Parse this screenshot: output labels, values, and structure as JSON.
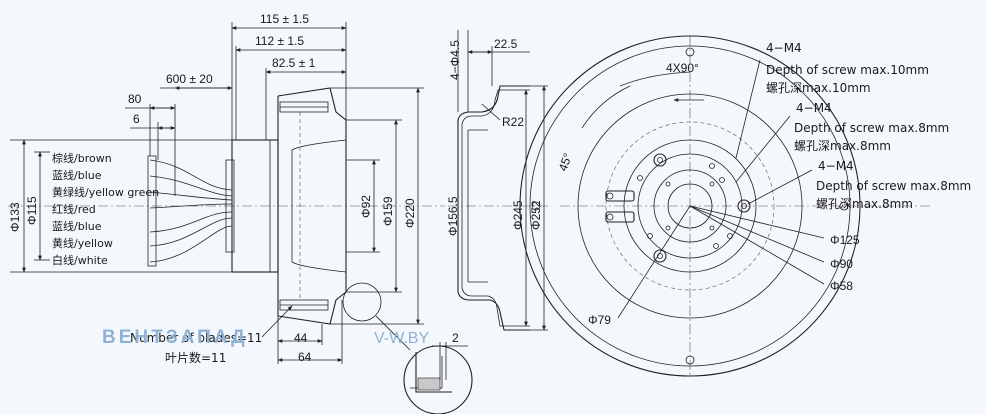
{
  "dims": {
    "overall_depth": "115 ± 1.5",
    "depth_112": "112 ± 1.5",
    "depth_825": "82.5 ± 1",
    "cable_length": "600 ± 20",
    "strip_80": "80",
    "strip_6": "6",
    "dia_133": "Φ133",
    "dia_115": "Φ115",
    "dia_92": "Φ92",
    "dia_159": "Φ159",
    "dia_220": "Φ220",
    "dim_44": "44",
    "dim_64": "64",
    "thk_45": "4−Φ4.5",
    "off_225": "22.5",
    "radius_r22": "R22",
    "dia_1565": "Φ156.5",
    "dia_245": "Φ245",
    "dia_252": "Φ252",
    "dim_2": "2",
    "angle_4x90": "4X90°",
    "angle_45": "45°",
    "dia_125": "Φ125",
    "dia_90": "Φ90",
    "dia_58": "Φ58",
    "dia_79": "Φ79"
  },
  "wires": [
    "棕线/brown",
    "蓝线/blue",
    "黄绿线/yellow green",
    "红线/red",
    "蓝线/blue",
    "黄线/yellow",
    "白线/white"
  ],
  "blades": {
    "en": "Number of blades=11",
    "cn": "叶片数=11"
  },
  "screws": [
    {
      "spec": "4−M4",
      "depth_en": "Depth of screw max.10mm",
      "depth_cn": "螺孔深max.10mm"
    },
    {
      "spec": "4−M4",
      "depth_en": "Depth of screw max.8mm",
      "depth_cn": "螺孔深max.8mm"
    },
    {
      "spec": "4−M4",
      "depth_en": "Depth of screw max.8mm",
      "depth_cn": "螺孔深max.8mm"
    }
  ],
  "watermark": {
    "brand": "ВЕНТЗАПАД",
    "site": "V-W.BY"
  }
}
